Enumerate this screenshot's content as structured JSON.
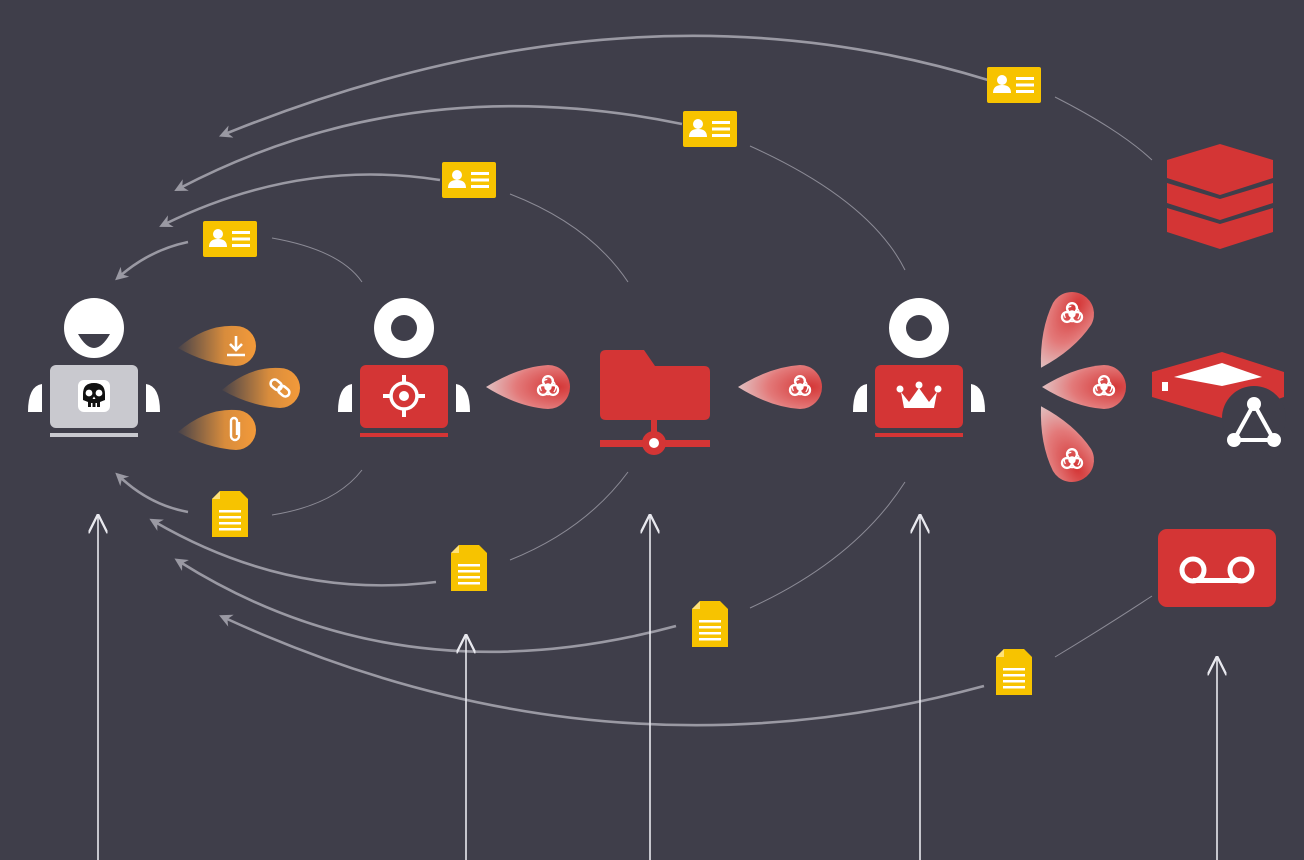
{
  "colors": {
    "background": "#3f3e4a",
    "threat_red": "#d43535",
    "credential_yellow": "#f7c300",
    "payload_orange": "#f39a3a",
    "arrow_gray": "#9a99a3",
    "line_white": "#e8e8ee",
    "avatar_white": "#ffffff",
    "laptop_gray": "#c9c9cf"
  },
  "actors": [
    {
      "id": "attacker",
      "role": "attacker",
      "screen_icon": "skull-icon"
    },
    {
      "id": "targeted-user",
      "role": "victim",
      "screen_icon": "crosshair-icon"
    },
    {
      "id": "admin-user",
      "role": "privileged-victim",
      "screen_icon": "crown-icon"
    }
  ],
  "assets": [
    {
      "id": "network-share",
      "icon": "network-folder-icon"
    },
    {
      "id": "database",
      "icon": "database-stack-icon"
    },
    {
      "id": "network-device",
      "icon": "network-server-icon"
    },
    {
      "id": "voicemail",
      "icon": "voicemail-icon"
    }
  ],
  "payload_types": [
    "download-icon",
    "link-icon",
    "attachment-icon"
  ],
  "flows": {
    "malware_hops": 6,
    "credential_exfil": 4,
    "document_exfil": 4,
    "observed_by_attacker": 5
  }
}
